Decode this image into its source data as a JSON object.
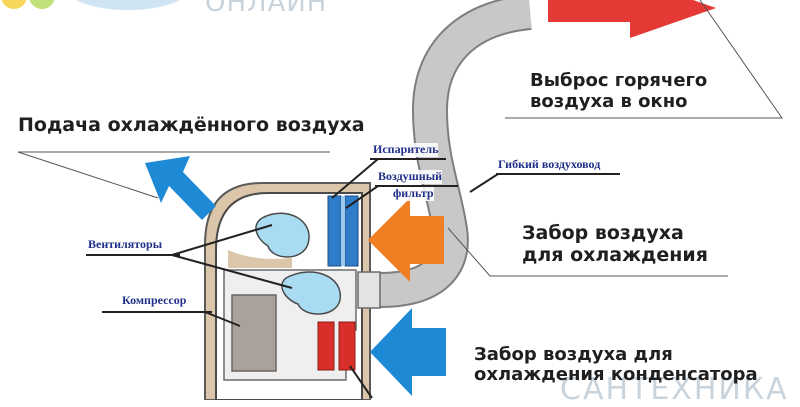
{
  "watermark_top": "ОНЛАЙН",
  "watermark_bottom": "САНТЕХНИКА",
  "headings": {
    "supply_cooled": "Подача охлаждённого воздуха",
    "exhaust_hot_line1": "Выброс горячего",
    "exhaust_hot_line2": "воздуха в окно",
    "intake_cooling_line1": "Забор воздуха",
    "intake_cooling_line2": "для охлаждения",
    "intake_condenser_line1": "Забор воздуха для",
    "intake_condenser_line2": "охлаждения конденсатора"
  },
  "labels": {
    "evaporator": "Испаритель",
    "air_filter_line1": "Воздушный",
    "air_filter_line2": "фильтр",
    "flexible_duct": "Гибкий воздуховод",
    "fans": "Вентиляторы",
    "compressor": "Компрессор"
  },
  "colors": {
    "hot_air": "#e53935",
    "cold_air": "#1e8ad6",
    "intake_air": "#f07e22",
    "duct": "#c8c8c8",
    "evaporator": "#2f7cc8",
    "condenser": "#d92f2a",
    "fan_blue": "#a9dcf2",
    "housing": "#ffffff",
    "housing_back": "#dcc6a9",
    "label_text": "#20308a"
  }
}
